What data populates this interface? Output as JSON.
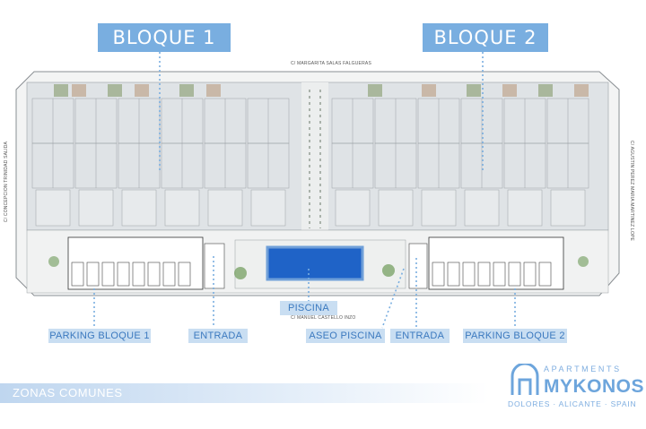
{
  "labels": {
    "bloque1": "BLOQUE 1",
    "bloque2": "BLOQUE 2",
    "piscina": "PISCINA",
    "parking1": "PARKING BLOQUE 1",
    "entrada1": "ENTRADA",
    "aseo": "ASEO PISCINA",
    "entrada2": "ENTRADA",
    "parking2": "PARKING BLOQUE 2"
  },
  "streets": {
    "top": "C/ MARGARITA SALAS FALGUERAS",
    "bottom": "C/ MANUEL CASTELLO INZO",
    "left": "C/ CONCEPCION TRINIDAD SALIDA",
    "right": "C/ AGUSTIN PEREZ MARIA MARTINEZ LOPE"
  },
  "footer": {
    "title": "ZONAS COMUNES"
  },
  "logo": {
    "top": "APARTMENTS",
    "main": "MYKONOS",
    "sub": "DOLORES · ALICANTE · SPAIN"
  },
  "colors": {
    "accent": "#79aee0",
    "tag_bg": "#c9def2",
    "pool": "#1f63c7",
    "plan_gray": "#dde1e3"
  }
}
